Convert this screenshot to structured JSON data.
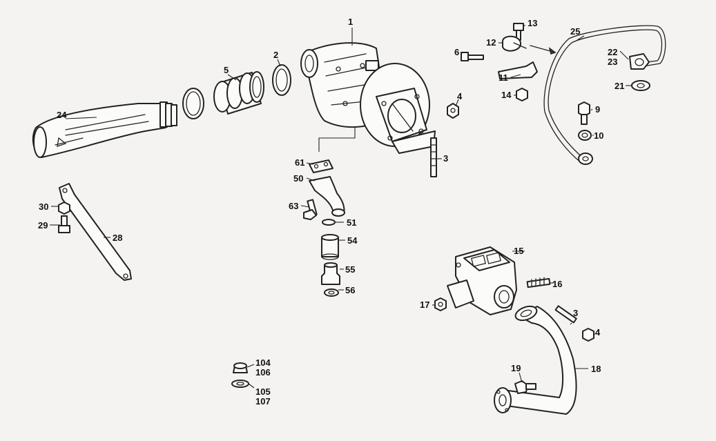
{
  "callouts": {
    "c1": "1",
    "c2": "2",
    "c3a": "3",
    "c3b": "3",
    "c4a": "4",
    "c4b": "4",
    "c5": "5",
    "c6": "6",
    "c9": "9",
    "c10": "10",
    "c11": "11",
    "c12": "12",
    "c13": "13",
    "c14": "14",
    "c15": "15",
    "c16": "16",
    "c17": "17",
    "c18": "18",
    "c19": "19",
    "c21": "21",
    "c22": "22",
    "c23": "23",
    "c24": "24",
    "c25": "25",
    "c28": "28",
    "c29": "29",
    "c30": "30",
    "c50": "50",
    "c51": "51",
    "c54": "54",
    "c55": "55",
    "c56": "56",
    "c61": "61",
    "c63": "63",
    "c104": "104",
    "c105": "105",
    "c106": "106",
    "c107": "107"
  },
  "colors": {
    "ink": "#222222",
    "paper": "#f4f3f1"
  }
}
